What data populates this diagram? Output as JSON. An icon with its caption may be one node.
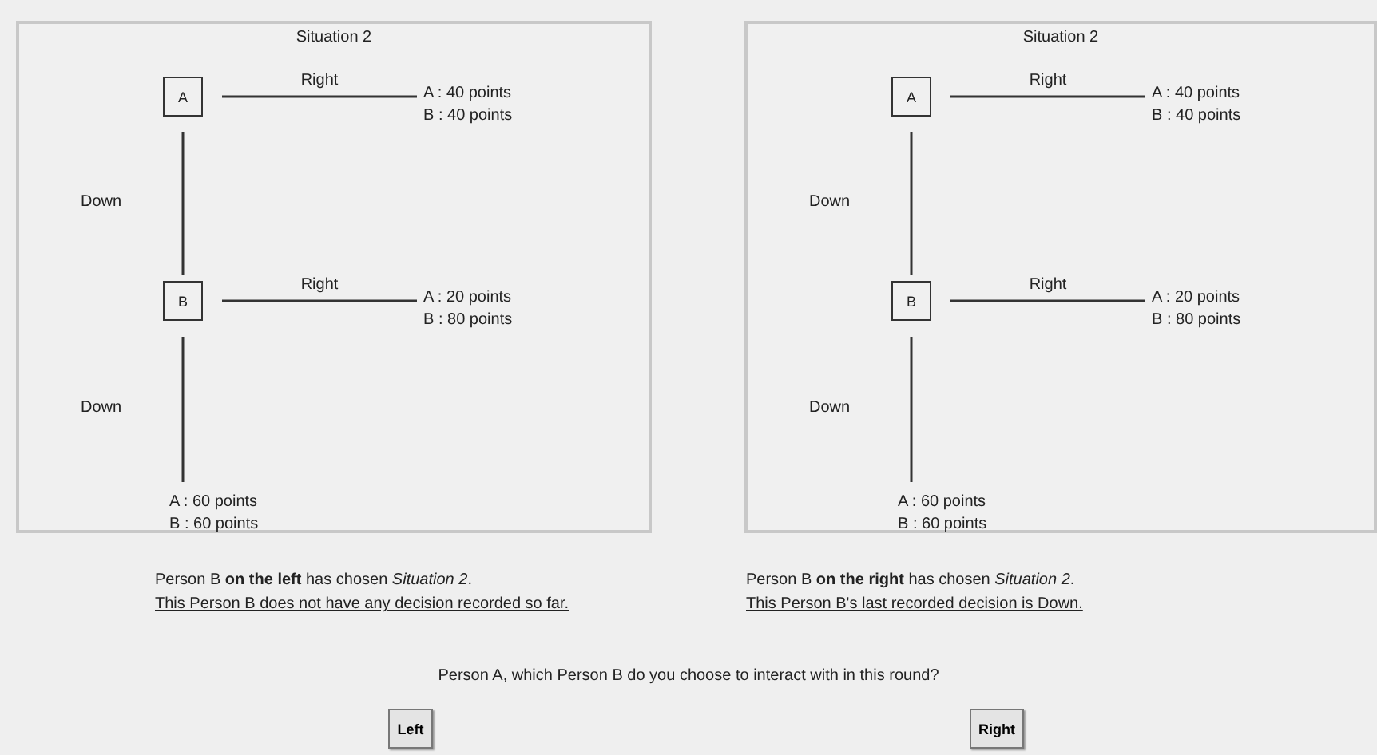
{
  "diagram": {
    "nodes": [
      {
        "text": [
          "Situation 2"
        ]
      },
      {
        "text": [
          "A"
        ],
        "in": 0
      },
      {
        "text": [
          "B"
        ],
        "in": 0
      },
      {
        "text": [
          "A : 40 points",
          "B : 40 points"
        ],
        "in": 0
      },
      {
        "text": [
          "A : 20 points",
          "B : 80 points"
        ],
        "in": 0
      },
      {
        "text": [
          "A : 60 points",
          "B : 60 points"
        ],
        "in": 0
      },
      {
        "text": [
          "Situation 2"
        ]
      },
      {
        "text": [
          "A"
        ],
        "in": 6
      },
      {
        "text": [
          "B"
        ],
        "in": 6
      },
      {
        "text": [
          "A : 40 points",
          "B : 40 points"
        ],
        "in": 6
      },
      {
        "text": [
          "A : 20 points",
          "B : 80 points"
        ],
        "in": 6
      },
      {
        "text": [
          "A : 60 points",
          "B : 60 points"
        ],
        "in": 6
      }
    ],
    "edges": [
      {
        "from": 1,
        "to": 3,
        "arrow": "none",
        "label": "Right"
      },
      {
        "from": 1,
        "to": 2,
        "arrow": "none",
        "label": "Down"
      },
      {
        "from": 2,
        "to": 4,
        "arrow": "none",
        "label": "Right"
      },
      {
        "from": 2,
        "to": 5,
        "arrow": "none",
        "label": "Down"
      },
      {
        "from": 7,
        "to": 9,
        "arrow": "none",
        "label": "Right"
      },
      {
        "from": 7,
        "to": 8,
        "arrow": "none",
        "label": "Down"
      },
      {
        "from": 8,
        "to": 10,
        "arrow": "none",
        "label": "Right"
      },
      {
        "from": 8,
        "to": 11,
        "arrow": "none",
        "label": "Down"
      }
    ],
    "labels": [
      "Person B **on the left** has chosen *Situation 2*.",
      "This Person B does not have any decision recorded so far.",
      "Person B **on the right** has chosen *Situation 2*.",
      "This Person B's last recorded decision is Down.",
      "Person A, which Person B do you choose to interact with in this round?",
      "Left",
      "Right"
    ]
  }
}
